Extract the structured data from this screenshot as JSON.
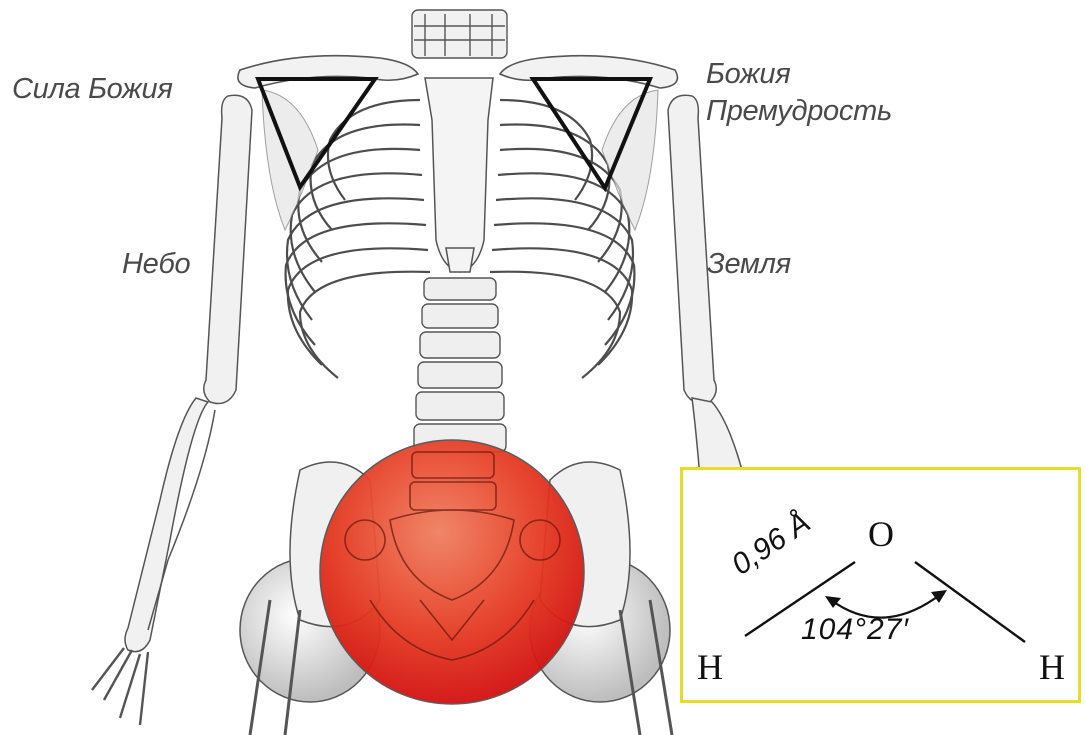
{
  "labels": {
    "top_left": "Сила Божия",
    "top_right_line1": "Божия",
    "top_right_line2": "Премудрость",
    "mid_left": "Небо",
    "mid_right": "Земля"
  },
  "molecule": {
    "atom_center": "O",
    "atom_left": "H",
    "atom_right": "H",
    "bond_length": "0,96 Å",
    "bond_angle": "104°27′"
  },
  "colors": {
    "pelvis_highlight": "#e2231a",
    "box_border": "#e8dc2a",
    "label_text": "#4a4a4a",
    "triangle": "#111111"
  },
  "icons": {
    "figure": "skeleton-illustration",
    "triangles": "inverted-triangle-icon"
  }
}
